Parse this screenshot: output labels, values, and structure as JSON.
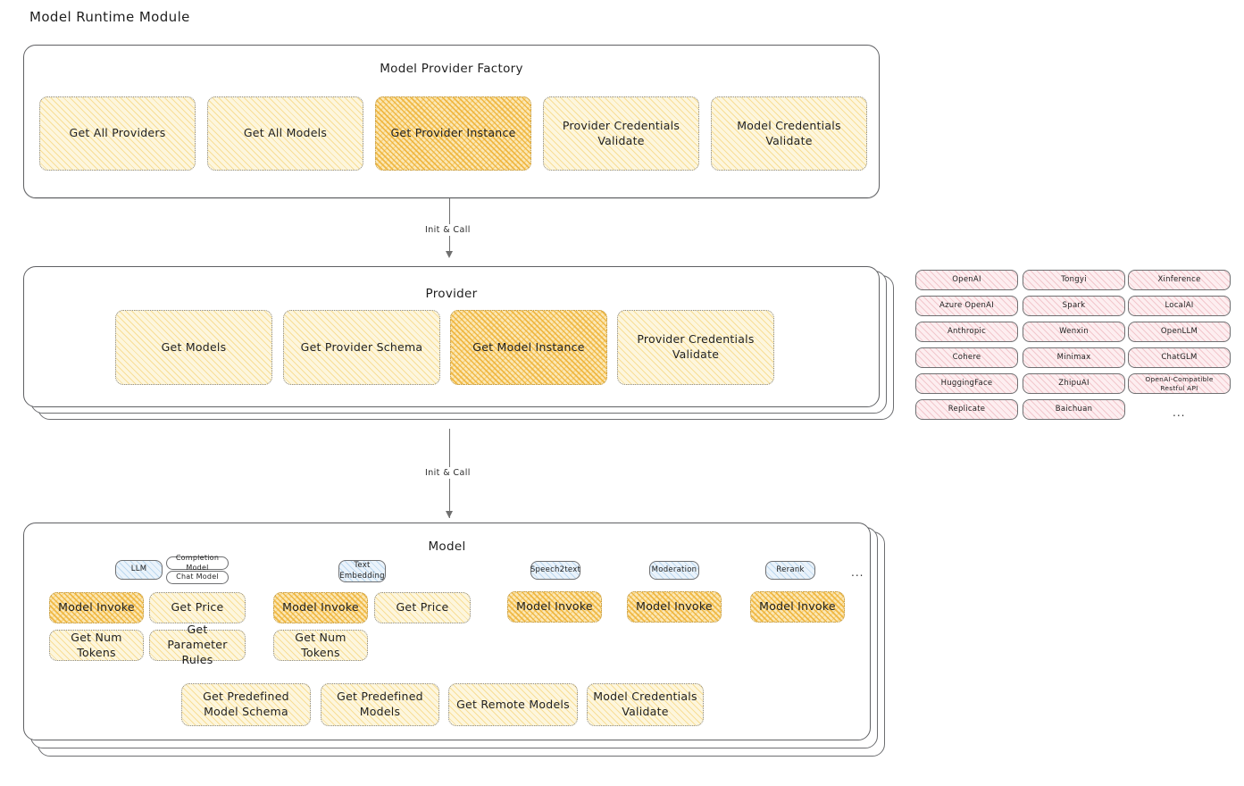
{
  "page": {
    "title": "Model Runtime Module"
  },
  "arrows": [
    {
      "label": "Init & Call"
    },
    {
      "label": "Init & Call"
    }
  ],
  "factory": {
    "title": "Model Provider Factory",
    "nodes": [
      {
        "label": "Get All Providers",
        "style": "yellow"
      },
      {
        "label": "Get All Models",
        "style": "yellow"
      },
      {
        "label": "Get Provider Instance",
        "style": "orange"
      },
      {
        "label": "Provider Credentials Validate",
        "style": "yellow"
      },
      {
        "label": "Model Credentials Validate",
        "style": "yellow"
      }
    ]
  },
  "provider": {
    "title": "Provider",
    "nodes": [
      {
        "label": "Get Models",
        "style": "yellow"
      },
      {
        "label": "Get Provider Schema",
        "style": "yellow"
      },
      {
        "label": "Get Model Instance",
        "style": "orange"
      },
      {
        "label": "Provider Credentials Validate",
        "style": "yellow"
      }
    ]
  },
  "provider_list": {
    "columns": [
      {
        "items": [
          "OpenAI",
          "Azure OpenAI",
          "Anthropic",
          "Cohere",
          "HuggingFace",
          "Replicate"
        ]
      },
      {
        "items": [
          "Tongyi",
          "Spark",
          "Wenxin",
          "Minimax",
          "ZhipuAI",
          "Baichuan"
        ]
      },
      {
        "items": [
          "Xinference",
          "LocalAI",
          "OpenLLM",
          "ChatGLM",
          "OpenAI-Compatible Restful API"
        ],
        "more": "..."
      }
    ]
  },
  "model": {
    "title": "Model",
    "more": "...",
    "types": [
      {
        "name": "LLM",
        "style": "blue",
        "subtypes": [
          "Completion Model",
          "Chat Model"
        ],
        "methods": [
          {
            "label": "Model Invoke",
            "style": "orange"
          },
          {
            "label": "Get Price",
            "style": "yellow"
          },
          {
            "label": "Get Num Tokens",
            "style": "yellow"
          },
          {
            "label": "Get Parameter Rules",
            "style": "yellow"
          }
        ]
      },
      {
        "name": "Text Embedding",
        "style": "blue",
        "subtypes": [],
        "methods": [
          {
            "label": "Model Invoke",
            "style": "orange"
          },
          {
            "label": "Get Price",
            "style": "yellow"
          },
          {
            "label": "Get Num Tokens",
            "style": "yellow"
          }
        ]
      },
      {
        "name": "Speech2text",
        "style": "blue",
        "subtypes": [],
        "methods": [
          {
            "label": "Model Invoke",
            "style": "orange"
          }
        ]
      },
      {
        "name": "Moderation",
        "style": "blue",
        "subtypes": [],
        "methods": [
          {
            "label": "Model Invoke",
            "style": "orange"
          }
        ]
      },
      {
        "name": "Rerank",
        "style": "blue",
        "subtypes": [],
        "methods": [
          {
            "label": "Model Invoke",
            "style": "orange"
          }
        ]
      }
    ],
    "shared_methods": [
      {
        "label": "Get Predefined Model Schema",
        "style": "yellow"
      },
      {
        "label": "Get Predefined Models",
        "style": "yellow"
      },
      {
        "label": "Get Remote Models",
        "style": "yellow"
      },
      {
        "label": "Model Credentials Validate",
        "style": "yellow"
      }
    ]
  }
}
